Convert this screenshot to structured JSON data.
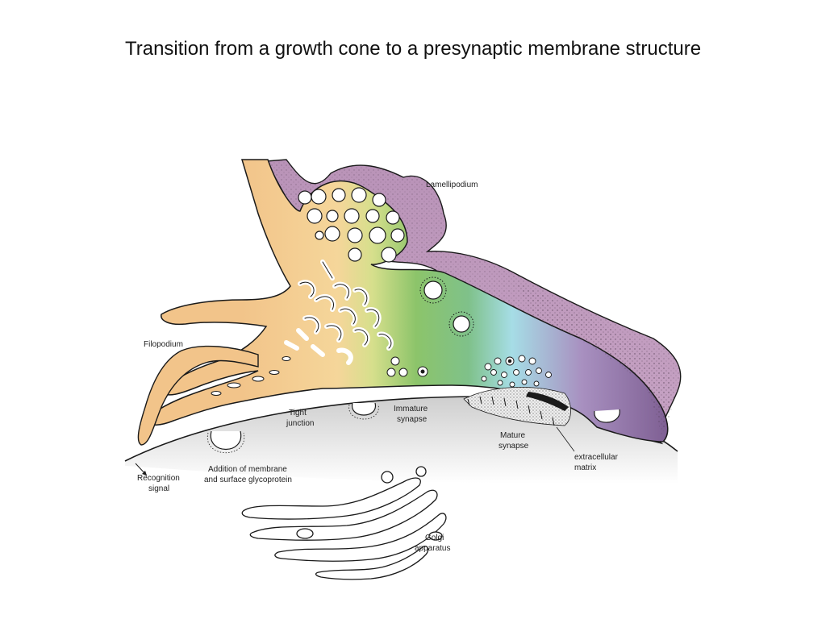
{
  "slide": {
    "title": "Transition from a growth cone to a presynaptic membrane structure"
  },
  "labels": {
    "lamellipodium": "Lamellipodium",
    "filopodium": "Filopodium",
    "tight_junction": [
      "Tight",
      "junction"
    ],
    "immature_synapse": [
      "Immature",
      "synapse"
    ],
    "mature_synapse": [
      "Mature",
      "synapse"
    ],
    "extracellular_matrix": [
      "extracellular",
      "matrix"
    ],
    "recognition_signal": [
      "Recognition",
      "signal"
    ],
    "addition_of_membrane": [
      "Addition of membrane",
      "and surface glycoprotein"
    ],
    "golgi_apparatus": [
      "Golgi",
      "apparatus"
    ]
  },
  "colors": {
    "axon_orange": "#f2c48a",
    "cone_green": "#8cc46a",
    "cone_cyan": "#a6dde6",
    "cone_purple": "#8a6a9e",
    "lamellipodium_pink": "#b58db3",
    "target_cell_gray": "#d9d9d9",
    "outline": "#1a1a1a"
  }
}
